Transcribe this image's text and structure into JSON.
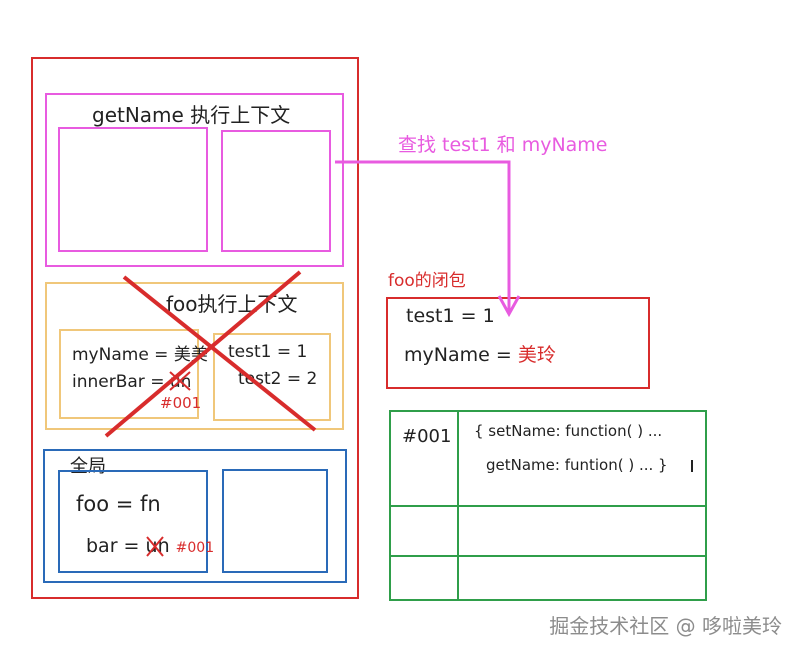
{
  "outer": {
    "border": "#d82c2c"
  },
  "getName_context": {
    "title": "getName 执行上下文",
    "border": "#e85be0"
  },
  "lookup_arrow": {
    "label": "查找 test1 和 myName",
    "color": "#e85be0"
  },
  "foo_context": {
    "title": "foo执行上下文",
    "border": "#f0c77a",
    "left_box": {
      "line1_key": "myName =",
      "line1_val": "美美",
      "line2_key": "innerBar =",
      "line2_val": "un",
      "line2_note": "#001"
    },
    "right_box": {
      "line1": "test1 = 1",
      "line2": "test2 = 2"
    },
    "cross_color": "#d82c2c"
  },
  "global_context": {
    "title": "全局",
    "border": "#2a6ab8",
    "line1": "foo = fn",
    "line2_key": "bar =",
    "line2_val": "un",
    "line2_note": "#001"
  },
  "closure": {
    "title": "foo的闭包",
    "border": "#d82c2c",
    "line1": "test1 = 1",
    "line2_key": "myName =",
    "line2_val": "美玲"
  },
  "heap": {
    "border": "#2f9e4a",
    "address": "#001",
    "line1": "{ setName: function( ) ...",
    "line2": "getName: funtion( ) ... }"
  },
  "watermark": "掘金技术社区 @ 哆啦美玲"
}
